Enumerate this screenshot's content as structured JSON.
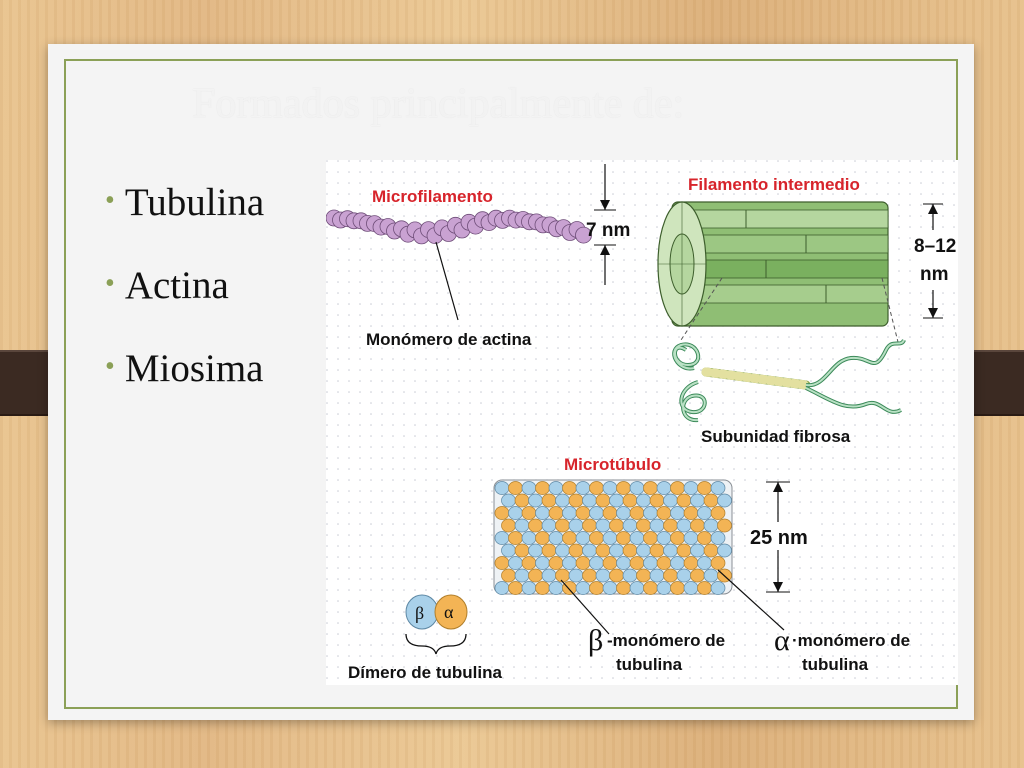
{
  "slide": {
    "title": "Formados principalmente de:",
    "bullets": [
      {
        "label": "Tubulina"
      },
      {
        "label": "Actina"
      },
      {
        "label": "Miosima"
      }
    ]
  },
  "diagram": {
    "microfilament": {
      "title": "Microfilamento",
      "size": "7 nm",
      "monomer_label": "Monómero de actina"
    },
    "intermediate": {
      "title": "Filamento intermedio",
      "size_line1": "8–12",
      "size_line2": "nm",
      "subunit_label": "Subunidad fibrosa"
    },
    "microtubule": {
      "title": "Microtúbulo",
      "size": "25 nm",
      "beta_symbol": "β",
      "beta_line1": "-monómero de",
      "beta_line2": "tubulina",
      "alpha_symbol": "α",
      "alpha_line1": "·monómero de",
      "alpha_line2": "tubulina",
      "dimer_beta": "β",
      "dimer_alpha": "α",
      "dimer_label": "Dímero de tubulina"
    }
  },
  "colors": {
    "accent_green": "#8ba057",
    "diagram_title_red": "#d7242b",
    "actin_purple": "#c9a2d2",
    "filament_green": "#a6c98a",
    "alpha_blue": "#a9d1ea",
    "beta_orange": "#f3b455"
  }
}
